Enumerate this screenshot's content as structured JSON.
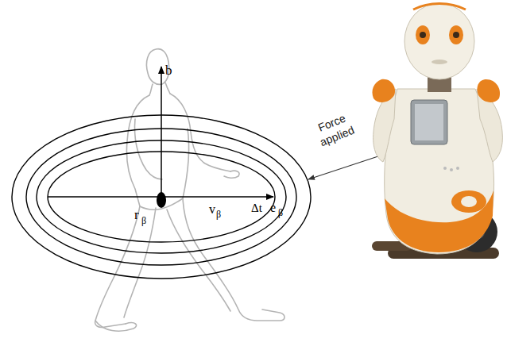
{
  "diagram": {
    "labels": [
      "b",
      "r",
      "β",
      "v",
      "β",
      "Δt",
      "e",
      "β",
      "Force applied"
    ]
  }
}
